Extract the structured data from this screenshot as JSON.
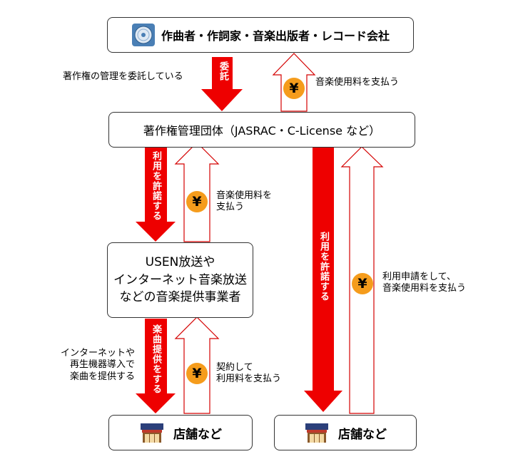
{
  "nodes": {
    "top": "作曲者・作詞家・音楽出版者・レコード会社",
    "org": "著作権管理団体（JASRAC・C-License など）",
    "provider": [
      "USEN放送や",
      "インターネット音楽放送",
      "などの音楽提供事業者"
    ],
    "store_left": "店舗など",
    "store_right": "店舗など"
  },
  "arrows": {
    "entrust": "委託",
    "permit_1": "利用を許諾する",
    "permit_2": "利用を許諾する",
    "provide": "楽曲提供をする"
  },
  "labels": {
    "manage_entrust": "著作権の管理を委託している",
    "pay_top": "音楽使用料を支払う",
    "pay_org": [
      "音楽使用料を",
      "支払う"
    ],
    "pay_store_right": [
      "利用申請をして、",
      "音楽使用料を支払う"
    ],
    "internet_provide": [
      "インターネットや",
      "再生機器導入で",
      "楽曲を提供する"
    ],
    "contract_pay": [
      "契約して",
      "利用料を支払う"
    ]
  },
  "yen_symbol": "¥",
  "colors": {
    "red_arrow": "#ee0000",
    "yen_coin": "#f59c1c",
    "outline_arrow": "#d40000",
    "cd_icon": "#4a7fb5",
    "store_roof": "#2b3f7a"
  }
}
